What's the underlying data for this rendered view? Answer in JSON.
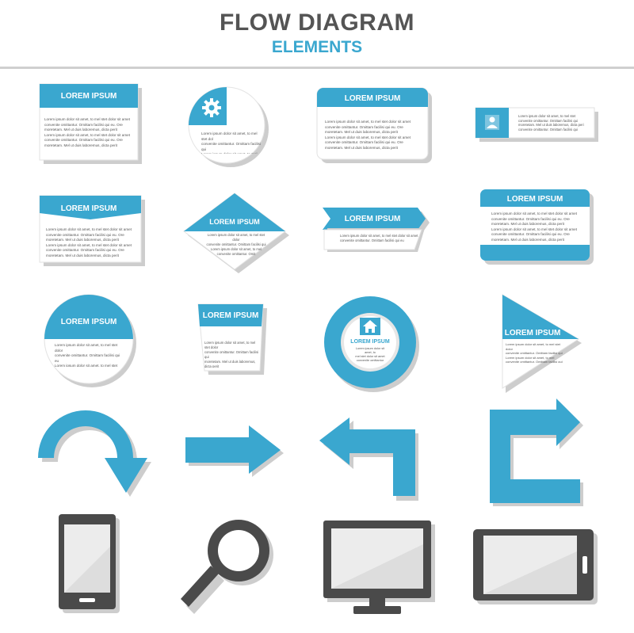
{
  "header": {
    "title": "FLOW DIAGRAM",
    "subtitle": "ELEMENTS"
  },
  "colors": {
    "accent": "#3aa7cf",
    "shadow": "#cdcdcd",
    "device": "#4a4a4a",
    "screen": "#ececec",
    "title": "#545454"
  },
  "elements": {
    "box1": {
      "label": "LOREM IPSUM",
      "body": "Lorem ipsum dolor sit amet, to mel stet dolor sit amet\nconvenite omittantur. Omittam facilisi qui eu. Ore\nmoretetam. Mel ut duis laboremus, dicta perit\nLorem ipsum dolor sit amet, to mel stet dolor sit amet\nconvenite omittantur. Omittam facilisi qui eu. Ore\nmoretetam. Mel ut duis laboremus, dicta perit"
    },
    "circle_gear": {
      "body": "Lorem ipsum dolor sit amet, to mel stet dol\nconvenite omittantur. Omittam facilisi qui\nLorem ipsum dolor sit amet, to mel stet dol\nconvenite omittantur. Omittam facilisi qui"
    },
    "box3": {
      "label": "LOREM IPSUM",
      "body": "Lorem ipsum dolor sit amet, to mel stet dolor sit amet\nconvenite omittantur. Omittam facilisi qui eu. Ore\nmoretetam. Mel ut duis laboremus, dicta perit\nLorem ipsum dolor sit amet, to mel stet dolor sit amet\nconvenite omittantur. Omittam facilisi qui eu. Ore\nmoretetam. Mel ut duis laboremus, dicta perit"
    },
    "user_card": {
      "body": "Lorem ipsum dolor sit amet, to mel stet\nconvenite omittantur. Omittam facilisi qui\nmoretetam. Mel ut duis laboremus, dicta peri\nconvenite omittantur. Omittam facilisi qui"
    },
    "banner": {
      "label": "LOREM IPSUM",
      "body": "Lorem ipsum dolor sit amet, to mel stet dolor sit amet\nconvenite omittantur. Omittam facilisi qui eu. Ore\nmoretetam. Mel ut duis laboremus, dicta perit\nLorem ipsum dolor sit amet, to mel stet dolor sit amet\nconvenite omittantur. Omittam facilisi qui eu. Ore\nmoretetam. Mel ut duis laboremus, dicta perit"
    },
    "diamond": {
      "label": "LOREM IPSUM",
      "body": "Lorem ipsum dolor sit amet, to mel stet dolor\nconvenite omittantur. Omittam facilisi qui\nLorem ipsum dolor sit amet, to mel\nconvenite omittantur. Omit"
    },
    "tag": {
      "label": "LOREM IPSUM",
      "body": "Lorem ipsum dolor sit amet, to mel stet dolor sit amet\nconvenite omittantur. Omittam facilisi qui eu"
    },
    "rounded_box": {
      "label": "LOREM IPSUM",
      "body": "Lorem ipsum dolor sit amet, to mel stet dolor sit amet\nconvenite omittantur. Omittam facilisi qui eu. Ore\nmoretetam. Mel ut duis laboremus, dicta perit\nLorem ipsum dolor sit amet, to mel stet dolor sit amet\nconvenite omittantur. Omittam facilisi qui eu. Ore\nmoretetam. Mel ut duis laboremus, dicta perit"
    },
    "half_circle": {
      "label": "LOREM IPSUM",
      "body": "Lorem ipsum dolor sit amet, to mel stet dolor\nconvenite omittantur. Omittam facilisi qui eu\nLorem ipsum dolor sit amet, to mel stet dolor\nconvenite omittantur. Omittam facilisi qui eu"
    },
    "trapezoid": {
      "label": "LOREM IPSUM",
      "body": "Lorem ipsum dolor sit amet, to mel stet dolor\nconvenite omittantur. Omittam facilisi qui\nmoretetam. Mel ut duis laboremus, dicta perit\nLorem ipsum dolor sit amet, to mel stet dolor\nconvenite omittantur. Omittam facilisi qui"
    },
    "ring": {
      "label": "LOREM IPSUM",
      "body": "Lorem ipsum dolor sit amet, to\nmel stet dolor sit amet\nconvenite omittantur"
    },
    "triangle": {
      "label": "LOREM IPSUM",
      "body": "Lorem ipsum dolor sit amet, to mel stet dolor\nconvenite omittantur. Omittam facilisi qui\nLorem ipsum dolor sit amet, to mel\nconvenite omittantur. Omittam facilisi qui"
    }
  },
  "icons": [
    "gear-icon",
    "user-icon",
    "home-icon",
    "curved-arrow-icon",
    "right-arrow-icon",
    "left-up-arrow-icon",
    "up-right-arrow-icon",
    "smartphone-icon",
    "magnifier-icon",
    "monitor-icon",
    "tablet-icon"
  ]
}
